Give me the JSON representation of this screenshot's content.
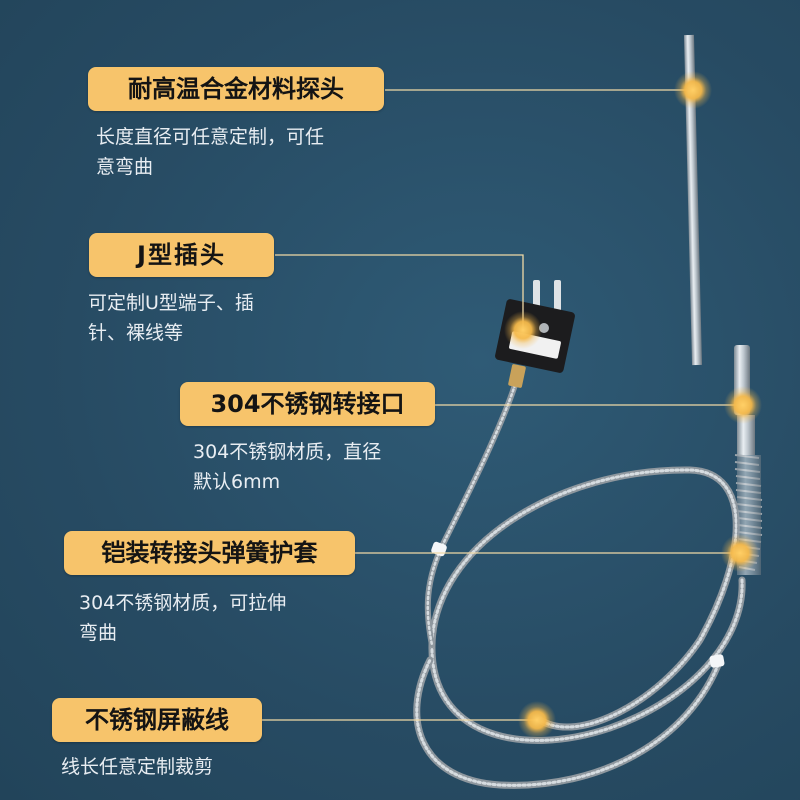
{
  "features": [
    {
      "title": "耐高温合金材料探头",
      "desc_lines": [
        "长度直径可任意定制，可任",
        "意弯曲"
      ]
    },
    {
      "title": "J型插头",
      "desc_lines": [
        "可定制U型端子、插",
        "针、裸线等"
      ]
    },
    {
      "title": "304不锈钢转接口",
      "desc_lines": [
        "304不锈钢材质，直径",
        "默认6mm"
      ]
    },
    {
      "title": "铠装转接头弹簧护套",
      "desc_lines": [
        "304不锈钢材质，可拉伸",
        "弯曲"
      ]
    },
    {
      "title": "不锈钢屏蔽线",
      "desc_lines": [
        "线长任意定制裁剪"
      ]
    }
  ],
  "colors": {
    "background": "#29506a",
    "label": "#f7c46b",
    "leader": "#f0d9a6",
    "marker": "#f5b94a"
  }
}
